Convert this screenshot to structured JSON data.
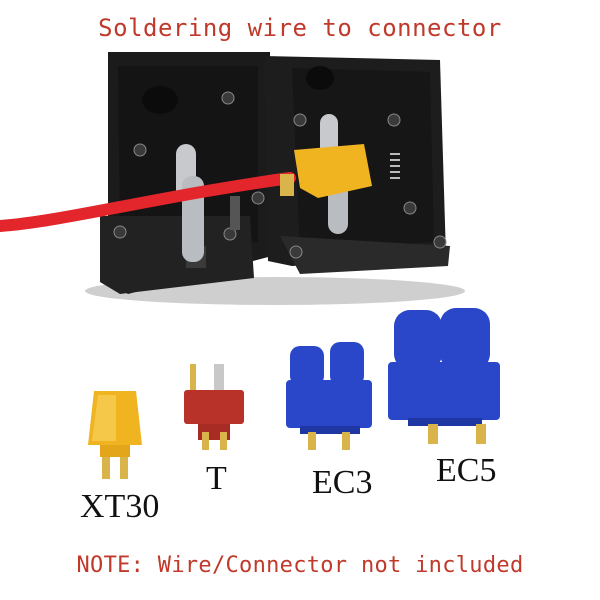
{
  "title": "Soldering wire to connector",
  "note": "NOTE: Wire/Connector not included",
  "labels": {
    "xt30": "XT30",
    "t": "T",
    "ec3": "EC3",
    "ec5": "EC5"
  },
  "colors": {
    "red_text": "#c0392b",
    "board": "#1b1b1b",
    "xt30_body": "#f0b421",
    "t_body": "#b8322a",
    "ec_body": "#2a47c9",
    "wire": "#e3262b",
    "brass": "#d9b44a"
  }
}
